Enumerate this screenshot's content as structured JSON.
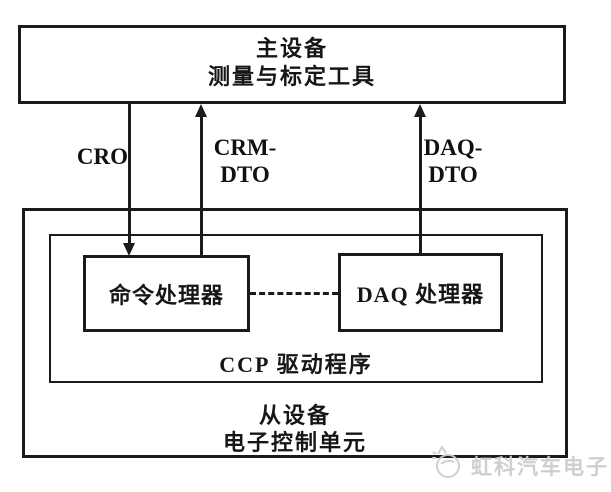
{
  "diagram": {
    "master_box": {
      "line1": "主设备",
      "line2": "测量与标定工具"
    },
    "slave_box": {
      "line1": "从设备",
      "line2": "电子控制单元"
    },
    "ccp_box": {
      "label": "CCP 驱动程序"
    },
    "command_processor_box": {
      "label": "命令处理器"
    },
    "daq_processor_box": {
      "label": "DAQ 处理器"
    },
    "arrows": {
      "cro": {
        "label": "CRO",
        "direction": "down"
      },
      "crm_dto": {
        "line1": "CRM-",
        "line2": "DTO",
        "direction": "up"
      },
      "daq_dto": {
        "line1": "DAQ-",
        "line2": "DTO",
        "direction": "up"
      }
    },
    "connector": {
      "style": "dashed"
    }
  },
  "watermark": {
    "logo": "mascot-logo",
    "text": "虹科汽车电子",
    "color": "#cdcdcd"
  },
  "colors": {
    "line": "#1b1b1b",
    "background": "#ffffff"
  }
}
